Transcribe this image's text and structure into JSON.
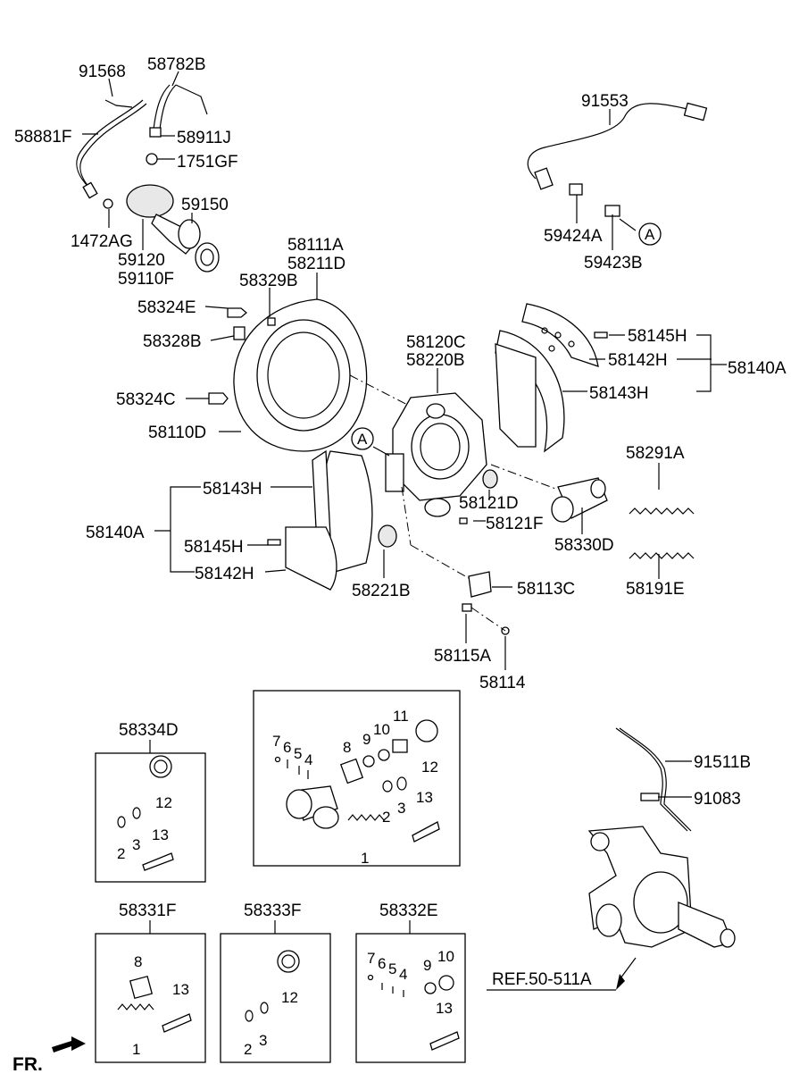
{
  "labels": {
    "p91568": "91568",
    "p58782B": "58782B",
    "p58881F": "58881F",
    "p58911J": "58911J",
    "p1751GF": "1751GF",
    "p59150": "59150",
    "p1472AG": "1472AG",
    "p59120": "59120",
    "p59110F": "59110F",
    "p91553": "91553",
    "p59424A": "59424A",
    "p59423B": "59423B",
    "pA1": "A",
    "p58111A": "58111A",
    "p58211D": "58211D",
    "p58329B": "58329B",
    "p58324E": "58324E",
    "p58328B": "58328B",
    "p58324C": "58324C",
    "p58110D": "58110D",
    "p58120C": "58120C",
    "p58220B": "58220B",
    "p58145H_r": "58145H",
    "p58142H_r": "58142H",
    "p58140A_r": "58140A",
    "p58143H_r": "58143H",
    "pA2": "A",
    "p58143H_l": "58143H",
    "p58140A_l": "58140A",
    "p58145H_l": "58145H",
    "p58142H_l": "58142H",
    "p58121D": "58121D",
    "p58121F": "58121F",
    "p58330D": "58330D",
    "p58291A": "58291A",
    "p58191E": "58191E",
    "p58221B": "58221B",
    "p58113C": "58113C",
    "p58115A": "58115A",
    "p58114": "58114",
    "p58334D": "58334D",
    "p91511B": "91511B",
    "p91083": "91083",
    "p58331F": "58331F",
    "p58333F": "58333F",
    "p58332E": "58332E",
    "ref": "REF.50-511A",
    "fr": "FR."
  },
  "kit_main": {
    "n1": "1",
    "n2": "2",
    "n3": "3",
    "n4": "4",
    "n5": "5",
    "n6": "6",
    "n7": "7",
    "n8": "8",
    "n9": "9",
    "n10": "10",
    "n11": "11",
    "n12": "12",
    "n13": "13"
  },
  "kit_58334D": {
    "n12": "12",
    "n2": "2",
    "n3": "3",
    "n13": "13"
  },
  "kit_58331F": {
    "n8": "8",
    "n13": "13",
    "n1": "1"
  },
  "kit_58333F": {
    "n12": "12",
    "n2": "2",
    "n3": "3"
  },
  "kit_58332E": {
    "n7": "7",
    "n6": "6",
    "n5": "5",
    "n4": "4",
    "n9": "9",
    "n10": "10",
    "n13": "13"
  }
}
